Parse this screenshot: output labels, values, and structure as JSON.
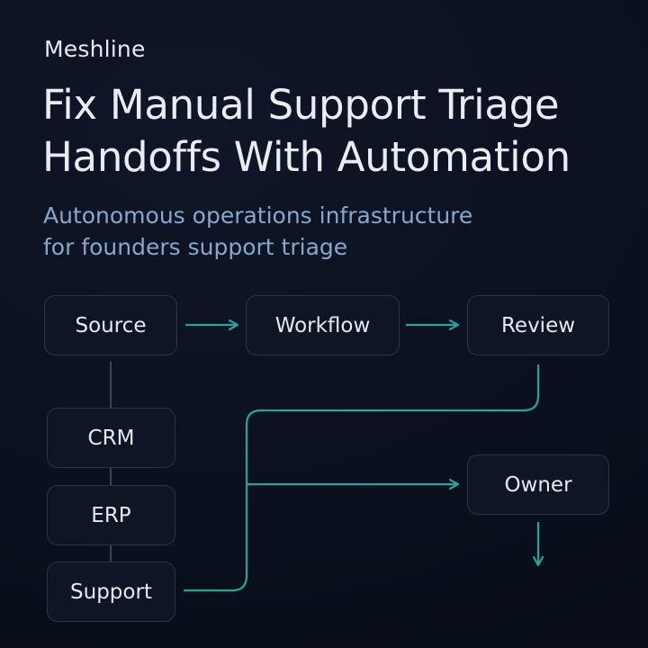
{
  "brand": "Meshline",
  "headline": {
    "line1": "Fix Manual Support Triage",
    "line2": "Handoffs With Automation"
  },
  "subhead": {
    "line1": "Autonomous operations infrastructure",
    "line2": "for founders support triage"
  },
  "nodes": {
    "source": "Source",
    "workflow": "Workflow",
    "review": "Review",
    "crm": "CRM",
    "erp": "ERP",
    "support": "Support",
    "owner": "Owner"
  },
  "colors": {
    "background": "#0b1120",
    "accent": "#2aa19b",
    "node_border": "#2a3448",
    "subhead": "#8aa6c8",
    "text": "#e6e9ef"
  }
}
